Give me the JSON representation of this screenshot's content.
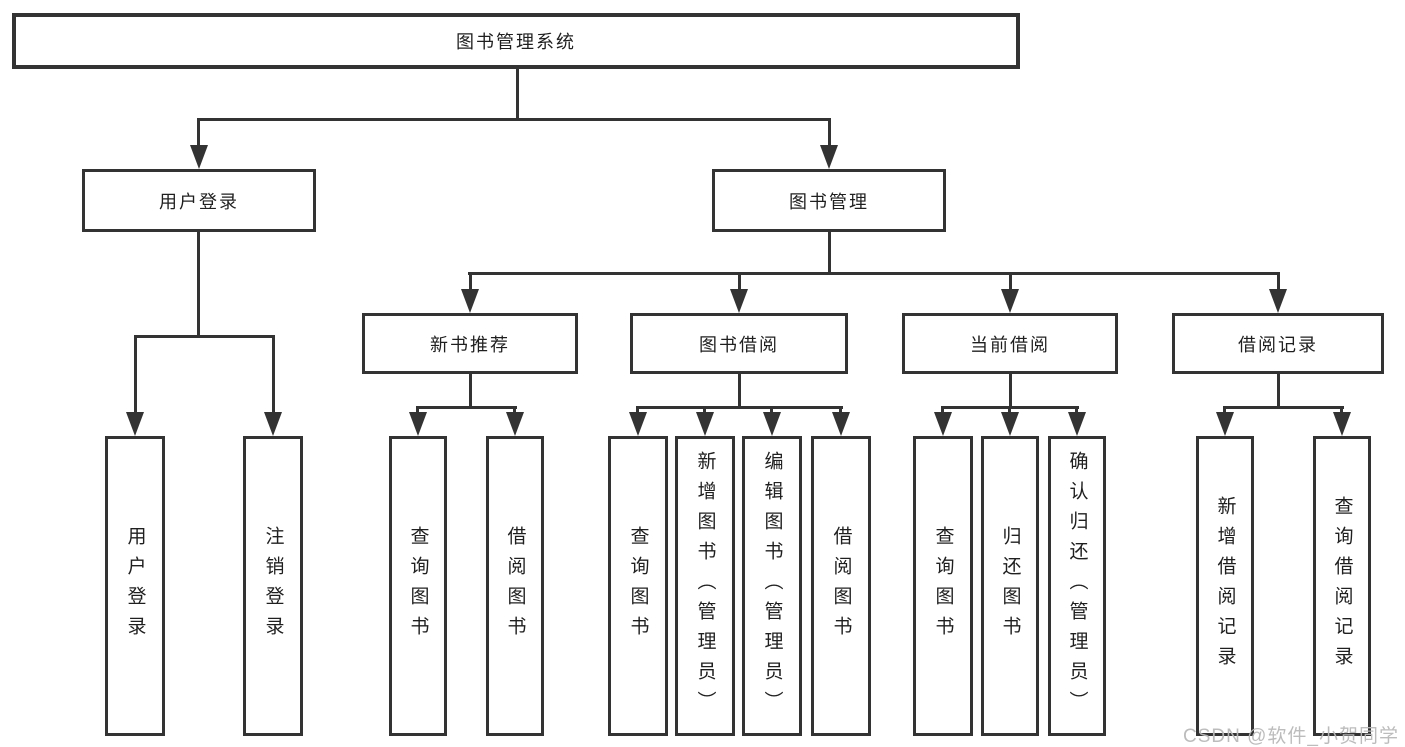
{
  "tree": {
    "label": "图书管理系统",
    "children": [
      {
        "label": "用户登录",
        "children": [
          {
            "label": "用户登录"
          },
          {
            "label": "注销登录"
          }
        ]
      },
      {
        "label": "图书管理",
        "children": [
          {
            "label": "新书推荐",
            "children": [
              {
                "label": "查询图书"
              },
              {
                "label": "借阅图书"
              }
            ]
          },
          {
            "label": "图书借阅",
            "children": [
              {
                "label": "查询图书"
              },
              {
                "label": "新增图书（管理员）"
              },
              {
                "label": "编辑图书（管理员）"
              },
              {
                "label": "借阅图书"
              }
            ]
          },
          {
            "label": "当前借阅",
            "children": [
              {
                "label": "查询图书"
              },
              {
                "label": "归还图书"
              },
              {
                "label": "确认归还（管理员）"
              }
            ]
          },
          {
            "label": "借阅记录",
            "children": [
              {
                "label": "新增借阅记录"
              },
              {
                "label": "查询借阅记录"
              }
            ]
          }
        ]
      }
    ]
  },
  "watermark": {
    "text": "CSDN @软件_小贺同学"
  },
  "colors": {
    "line": "#333333",
    "text": "#1f1f1f",
    "background": "#ffffff",
    "watermark": "#b9b9b9"
  }
}
